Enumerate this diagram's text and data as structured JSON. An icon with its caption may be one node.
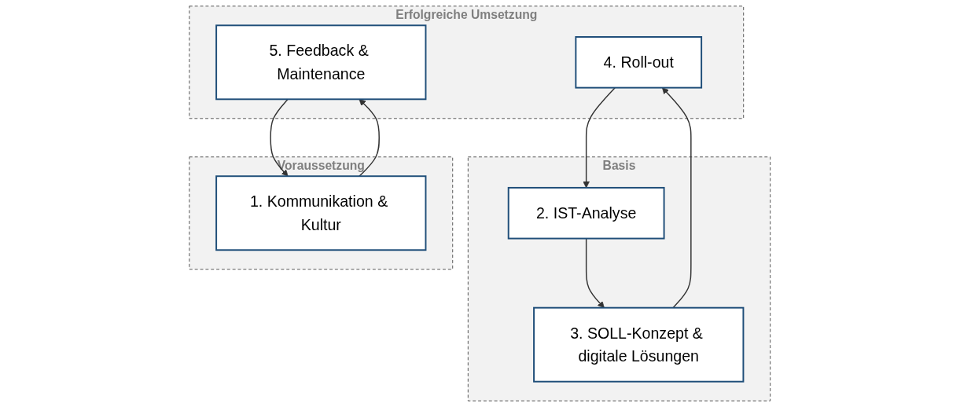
{
  "diagram": {
    "nodes": [
      {
        "text": [
          "Erfolgreiche Umsetzung"
        ]
      },
      {
        "text": [
          "5. Feedback & Maintenance"
        ],
        "in": 0
      },
      {
        "text": [
          "4. Roll-out"
        ],
        "in": 0
      },
      {
        "text": [
          "Basis"
        ]
      },
      {
        "text": [
          "2. IST-Analyse"
        ],
        "in": 3
      },
      {
        "text": [
          "3. SOLL-Konzept & digitale Lösungen"
        ],
        "in": 3
      },
      {
        "text": [
          "Voraussetzung"
        ]
      },
      {
        "text": [
          "1. Kommunikation & Kultur"
        ],
        "in": 6
      }
    ],
    "edges": [
      {
        "from": 1,
        "to": 7,
        "arrow": "to"
      },
      {
        "from": 7,
        "to": 1,
        "arrow": "to"
      },
      {
        "from": 2,
        "to": 4,
        "arrow": "to"
      },
      {
        "from": 4,
        "to": 5,
        "arrow": "to"
      },
      {
        "from": 5,
        "to": 2,
        "arrow": "to"
      }
    ]
  }
}
